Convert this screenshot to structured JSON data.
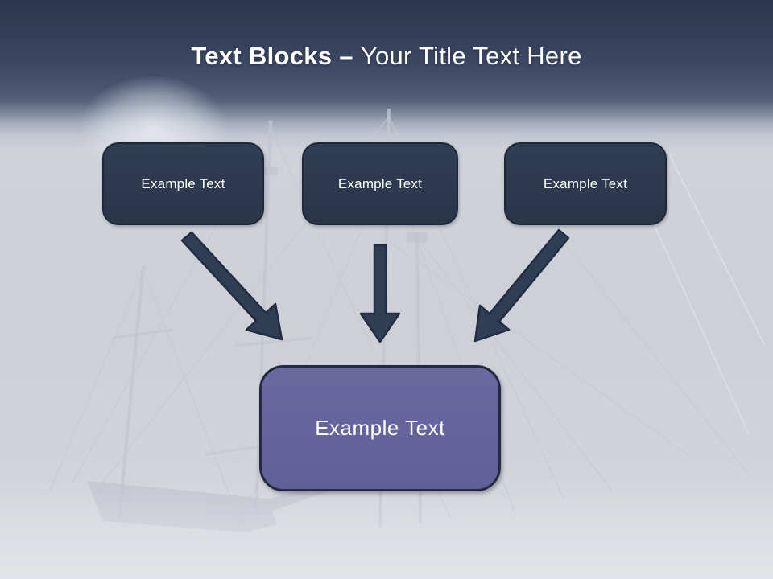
{
  "slide": {
    "title": {
      "bold": "Text Blocks –",
      "regular": "Your Title Text Here"
    },
    "blocks": [
      {
        "label": "Example Text"
      },
      {
        "label": "Example Text"
      },
      {
        "label": "Example Text"
      }
    ],
    "result": {
      "label": "Example Text"
    },
    "icons": {
      "arrow_left": "arrow-down-right-icon",
      "arrow_middle": "arrow-down-icon",
      "arrow_right": "arrow-down-left-icon"
    },
    "colors": {
      "header_top": "#2c374e",
      "header_mid": "#46536e",
      "background_light": "#cfd2d9",
      "block_fill": "#2d3a4f",
      "block_border": "#1e2839",
      "arrow_fill": "#2f3e54",
      "arrow_border": "#222d42",
      "result_fill": "#66649c",
      "result_border": "#232b41",
      "text": "#ffffff"
    }
  }
}
